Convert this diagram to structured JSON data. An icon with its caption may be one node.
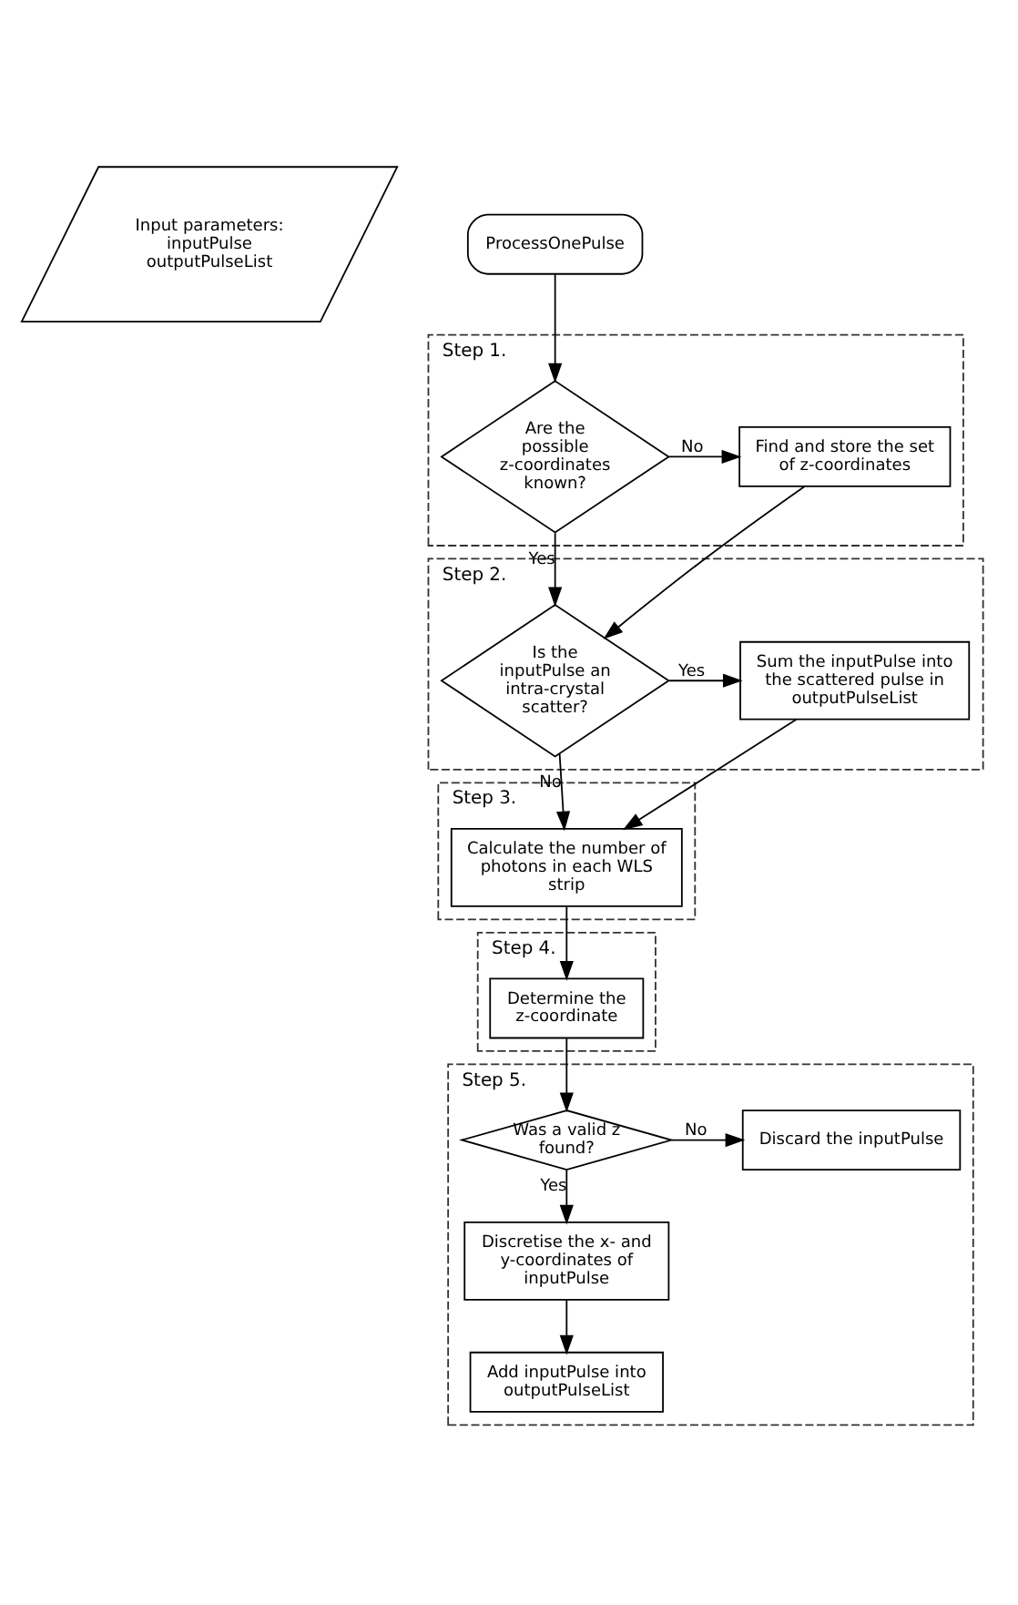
{
  "diagram": {
    "nodes": [
      {
        "text": [
          "Input parameters: inputPulse outputPulseList"
        ]
      },
      {
        "text": [
          "ProcessOnePulse"
        ]
      },
      {
        "text": [
          "Step 1."
        ]
      },
      {
        "text": [
          "Are the possible z-coordinates known?"
        ],
        "in": 2
      },
      {
        "text": [
          "Find and store the set of z-coordinates"
        ],
        "in": 2
      },
      {
        "text": [
          "Step 2."
        ]
      },
      {
        "text": [
          "Is the inputPulse an intra-crystal scatter?"
        ],
        "in": 5
      },
      {
        "text": [
          "Sum the inputPulse into the scattered pulse in outputPulseList"
        ],
        "in": 5
      },
      {
        "text": [
          "Step 3."
        ]
      },
      {
        "text": [
          "Calculate the number of photons in each WLS strip"
        ],
        "in": 8
      },
      {
        "text": [
          "Step 4."
        ]
      },
      {
        "text": [
          "Determine the z-coordinate"
        ],
        "in": 10
      },
      {
        "text": [
          "Step 5."
        ]
      },
      {
        "text": [
          "Was a valid z found?"
        ],
        "in": 12
      },
      {
        "text": [
          "Discard the inputPulse"
        ],
        "in": 12
      },
      {
        "text": [
          "Discretise the x- and y-coordinates of inputPulse"
        ],
        "in": 12
      },
      {
        "text": [
          "Add inputPulse into outputPulseList"
        ],
        "in": 12
      }
    ],
    "edges": [
      {
        "from": 1,
        "to": 3,
        "arrow": "to"
      },
      {
        "from": 3,
        "to": 4,
        "label": "No",
        "arrow": "to"
      },
      {
        "from": 3,
        "to": 6,
        "label": "Yes",
        "arrow": "to"
      },
      {
        "from": 4,
        "to": 6,
        "arrow": "to"
      },
      {
        "from": 6,
        "to": 7,
        "label": "Yes",
        "arrow": "to"
      },
      {
        "from": 6,
        "to": 9,
        "label": "No",
        "arrow": "to"
      },
      {
        "from": 7,
        "to": 9,
        "arrow": "to"
      },
      {
        "from": 9,
        "to": 11,
        "arrow": "to"
      },
      {
        "from": 11,
        "to": 13,
        "arrow": "to"
      },
      {
        "from": 13,
        "to": 14,
        "label": "No",
        "arrow": "to"
      },
      {
        "from": 13,
        "to": 15,
        "label": "Yes",
        "arrow": "to"
      },
      {
        "from": 15,
        "to": 16,
        "arrow": "to"
      }
    ]
  }
}
